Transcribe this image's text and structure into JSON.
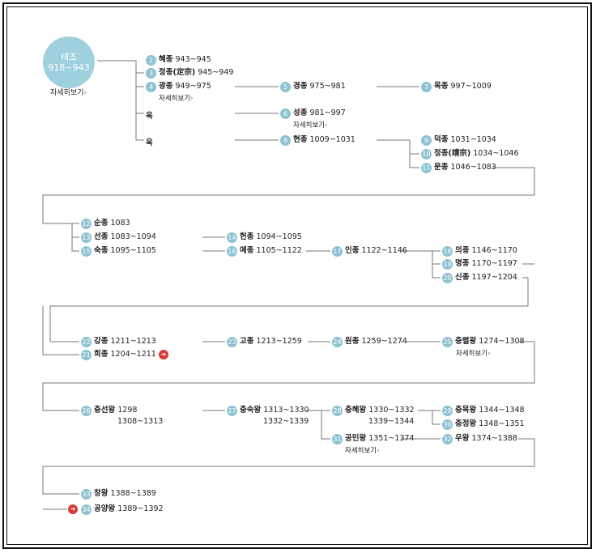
{
  "root": {
    "name": "태조",
    "years": "918~943",
    "detail": "자세히보기"
  },
  "kings": [
    {
      "id": "k2",
      "no": "2",
      "name": "혜종",
      "years": "943~945"
    },
    {
      "id": "k3",
      "no": "3",
      "name": "정종(定宗)",
      "years": "945~949"
    },
    {
      "id": "k4",
      "no": "4",
      "name": "광종",
      "years": "949~975"
    },
    {
      "id": "k5",
      "no": "5",
      "name": "경종",
      "years": "975~981"
    },
    {
      "id": "k6",
      "no": "6",
      "name": "성종",
      "years": "981~997"
    },
    {
      "id": "k7",
      "no": "7",
      "name": "목종",
      "years": "997~1009"
    },
    {
      "id": "k8",
      "no": "8",
      "name": "현종",
      "years": "1009~1031"
    },
    {
      "id": "k9",
      "no": "9",
      "name": "덕종",
      "years": "1031~1034"
    },
    {
      "id": "k10",
      "no": "10",
      "name": "정종(靖宗)",
      "years": "1034~1046"
    },
    {
      "id": "k11",
      "no": "11",
      "name": "문종",
      "years": "1046~1083"
    },
    {
      "id": "k12",
      "no": "12",
      "name": "순종",
      "years": "1083"
    },
    {
      "id": "k13",
      "no": "13",
      "name": "선종",
      "years": "1083~1094"
    },
    {
      "id": "k14",
      "no": "14",
      "name": "헌종",
      "years": "1094~1095"
    },
    {
      "id": "k15",
      "no": "15",
      "name": "숙종",
      "years": "1095~1105"
    },
    {
      "id": "k16",
      "no": "16",
      "name": "예종",
      "years": "1105~1122"
    },
    {
      "id": "k17",
      "no": "17",
      "name": "인종",
      "years": "1122~1146"
    },
    {
      "id": "k18",
      "no": "18",
      "name": "의종",
      "years": "1146~1170"
    },
    {
      "id": "k19",
      "no": "19",
      "name": "명종",
      "years": "1170~1197"
    },
    {
      "id": "k20",
      "no": "20",
      "name": "신종",
      "years": "1197~1204"
    },
    {
      "id": "k22",
      "no": "22",
      "name": "강종",
      "years": "1211~1213"
    },
    {
      "id": "k21",
      "no": "21",
      "name": "희종",
      "years": "1204~1211"
    },
    {
      "id": "k23",
      "no": "23",
      "name": "고종",
      "years": "1213~1259"
    },
    {
      "id": "k24",
      "no": "24",
      "name": "원종",
      "years": "1259~1274"
    },
    {
      "id": "k25",
      "no": "25",
      "name": "충렬왕",
      "years": "1274~1308"
    },
    {
      "id": "k26",
      "no": "26",
      "name": "충선왕",
      "years": "1298",
      "years2": "1308~1313"
    },
    {
      "id": "k27",
      "no": "27",
      "name": "충숙왕",
      "years": "1313~1330",
      "years2": "1332~1339"
    },
    {
      "id": "k28",
      "no": "28",
      "name": "충혜왕",
      "years": "1330~1332",
      "years2": "1339~1344"
    },
    {
      "id": "k29",
      "no": "29",
      "name": "충목왕",
      "years": "1344~1348"
    },
    {
      "id": "k30",
      "no": "30",
      "name": "충정왕",
      "years": "1348~1351"
    },
    {
      "id": "k31",
      "no": "31",
      "name": "공민왕",
      "years": "1351~1374"
    },
    {
      "id": "k32",
      "no": "32",
      "name": "우왕",
      "years": "1374~1388"
    },
    {
      "id": "k33",
      "no": "33",
      "name": "창왕",
      "years": "1388~1389"
    },
    {
      "id": "k34",
      "no": "34",
      "name": "공양왕",
      "years": "1389~1392"
    }
  ],
  "wook_label": "욱",
  "detail_link": "자세히보기",
  "arrow_glyph": "›",
  "colors": {
    "badge": "#8ec2d2",
    "root": "#9fd0de",
    "red": "#d63a37",
    "link_arrow": "#2aa04a"
  }
}
